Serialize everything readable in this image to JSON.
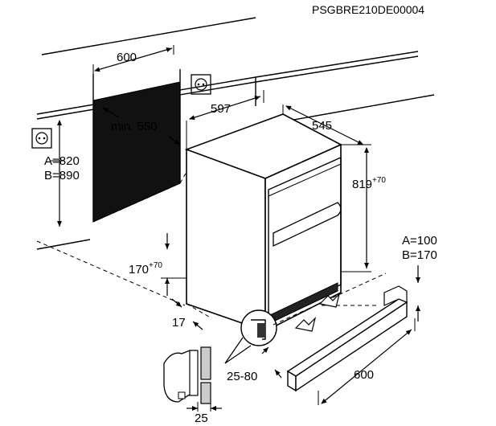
{
  "diagram": {
    "code": "PSGBRE210DE00004",
    "dims": {
      "niche_width": "600",
      "niche_depth_min": "min. 550",
      "niche_height_a": "A=820",
      "niche_height_b": "B=890",
      "appliance_width": "597",
      "appliance_depth": "545",
      "appliance_height": "819",
      "appliance_height_sup": "+70",
      "foot_height": "170",
      "foot_height_sup": "+70",
      "foot_offset": "17",
      "plinth_gap": "25-80",
      "detail_thickness": "25",
      "plinth_a": "A=100",
      "plinth_b": "B=170",
      "plinth_width": "600"
    },
    "icons": [
      "socket-icon",
      "socket-icon"
    ]
  }
}
